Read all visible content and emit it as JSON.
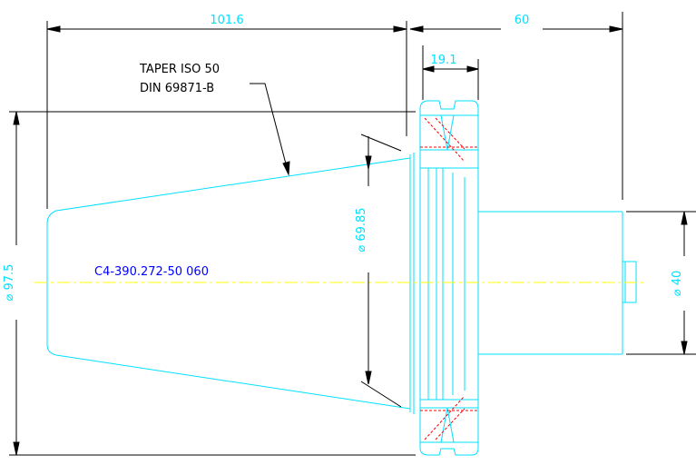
{
  "colors": {
    "background": "#ffffff",
    "part_outline": "#00e0ff",
    "dimension": "#000000",
    "center_line": "#ffff00",
    "hidden_hatch": "#ff0000",
    "annotation_text": "#000000",
    "dimension_text": "#00e0ff",
    "part_label_text": "#0000ff"
  },
  "dimensions": {
    "taper_length": "101.6",
    "shank_length": "60",
    "flange_width": "19.1",
    "flange_diameter": "⌀ 97.5",
    "taper_gauge_diameter": "⌀ 69.85",
    "shank_diameter": "⌀ 40"
  },
  "annotations": {
    "taper_line1": "TAPER ISO 50",
    "taper_line2": "DIN 69871-B",
    "part_number": "C4-390.272-50 060"
  }
}
